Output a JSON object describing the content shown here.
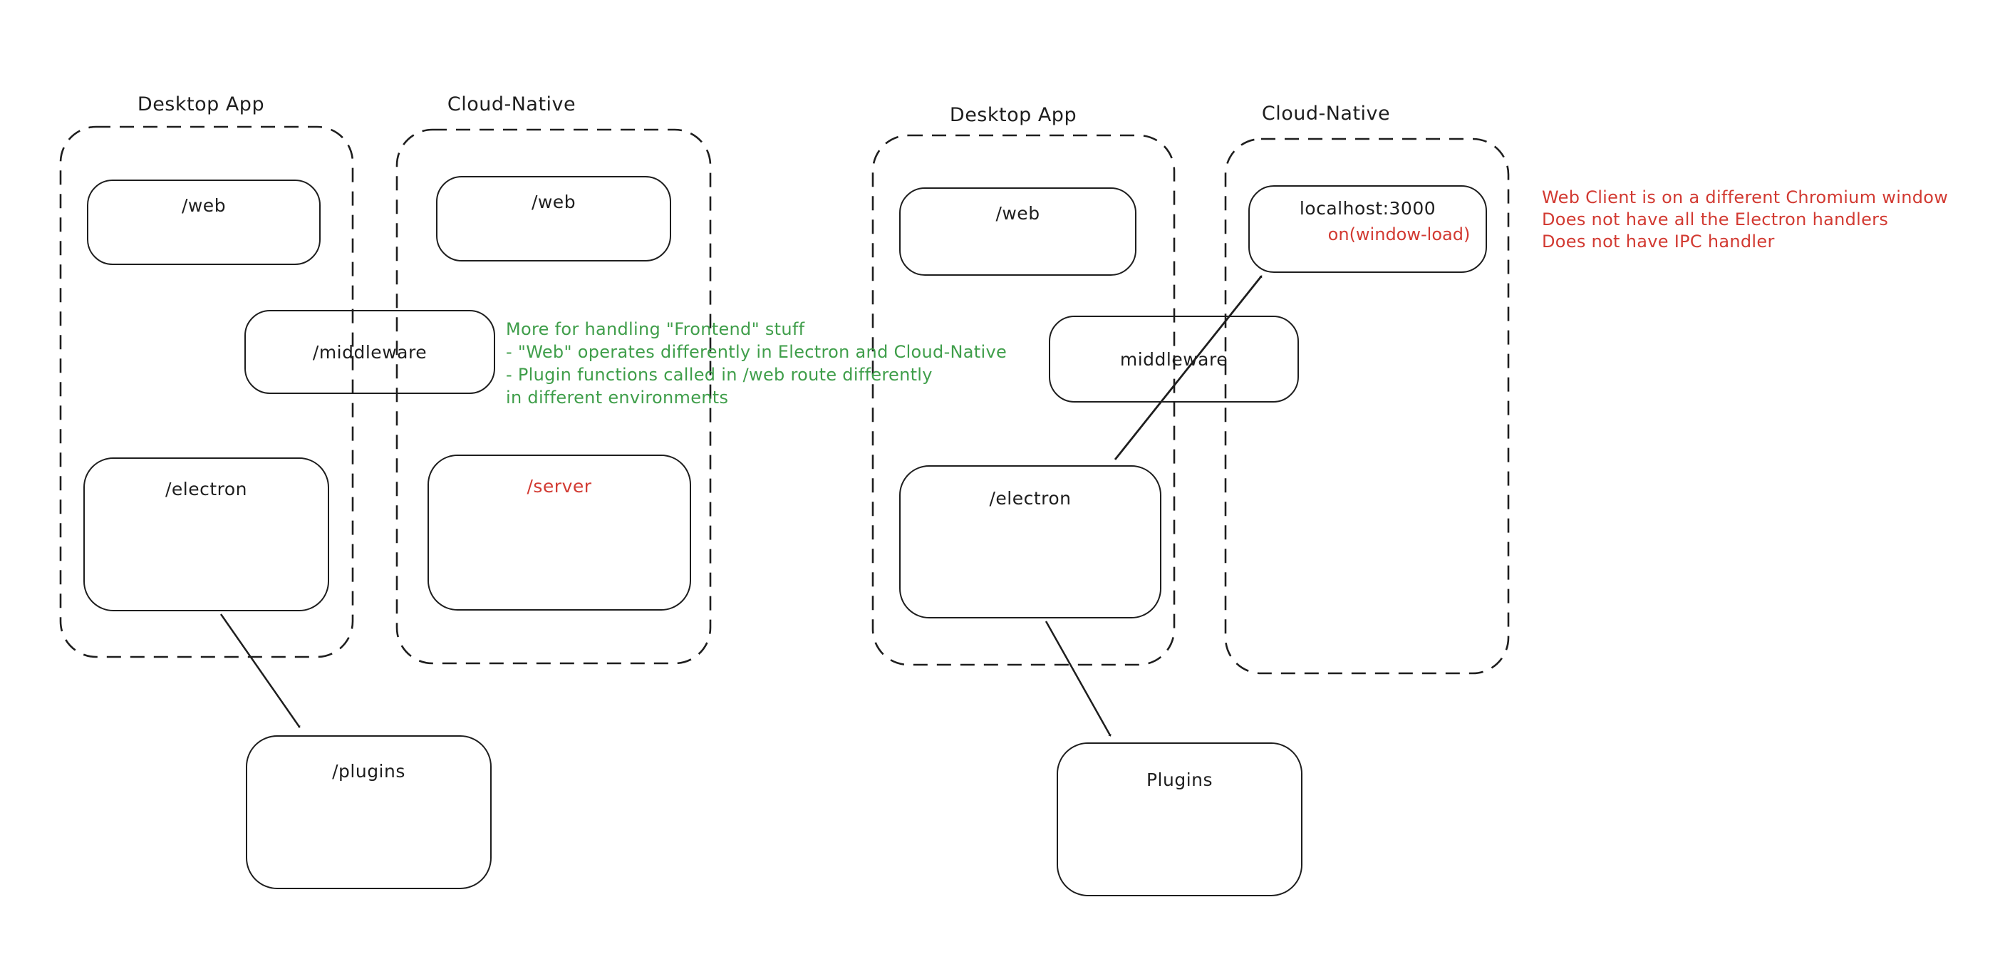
{
  "colors": {
    "background": "#ffffff",
    "stroke": "#1e1e1e",
    "green_note": "#3f9e4a",
    "red_note": "#d23a32"
  },
  "left": {
    "desktop_label": "Desktop App",
    "cloud_label": "Cloud-Native",
    "web_desktop": "/web",
    "electron": "/electron",
    "web_cloud": "/web",
    "server": "/server",
    "middleware": "/middleware",
    "plugins": "/plugins",
    "note_green": [
      "More for handling \"Frontend\" stuff",
      "- \"Web\" operates differently in Electron and Cloud-Native",
      "- Plugin functions called in /web route differently",
      "in different environments"
    ]
  },
  "right": {
    "desktop_label": "Desktop App",
    "cloud_label": "Cloud-Native",
    "web": "/web",
    "electron": "/electron",
    "localhost": "localhost:3000",
    "on_window_load": "on(window-load)",
    "middleware": "middleware",
    "plugins": "Plugins",
    "note_red": [
      "Web Client is on a different Chromium window",
      "Does not have all the Electron handlers",
      "Does not have IPC handler"
    ]
  }
}
